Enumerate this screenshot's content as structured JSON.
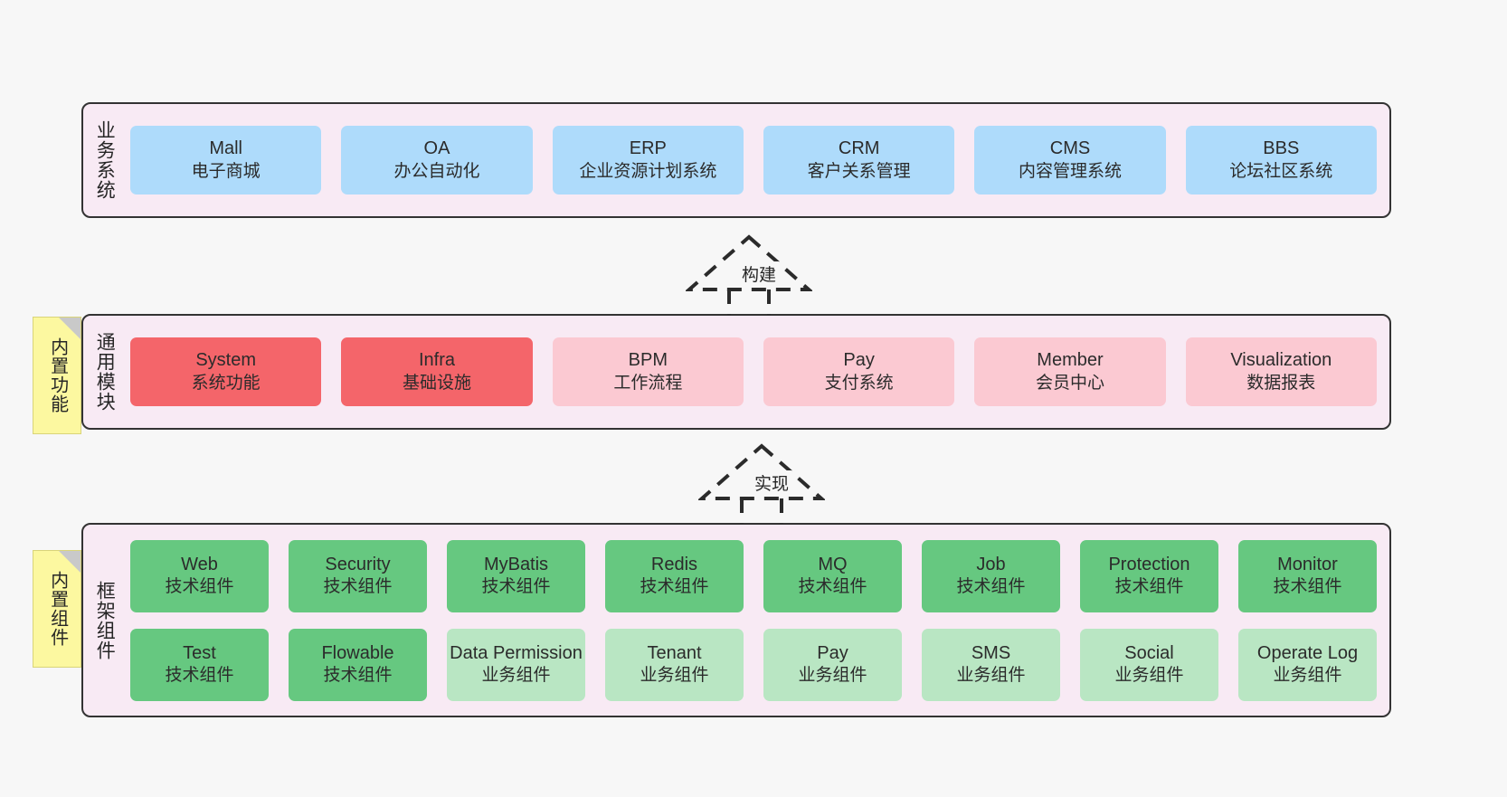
{
  "diagram": {
    "title": "",
    "colors": {
      "background": "#f7f7f7",
      "layer_background": "#f8eaf4",
      "layer_border": "#333333",
      "business_box": "#aedbfb",
      "module_primary": "#f4656a",
      "module_secondary": "#fbc9d2",
      "component_tech": "#66c880",
      "component_business": "#b9e6c3",
      "note": "#fcf8a0"
    }
  },
  "layers": {
    "business": {
      "title": "业务系统",
      "items": [
        {
          "en": "Mall",
          "cn": "电子商城"
        },
        {
          "en": "OA",
          "cn": "办公自动化"
        },
        {
          "en": "ERP",
          "cn": "企业资源计划系统"
        },
        {
          "en": "CRM",
          "cn": "客户关系管理"
        },
        {
          "en": "CMS",
          "cn": "内容管理系统"
        },
        {
          "en": "BBS",
          "cn": "论坛社区系统"
        }
      ]
    },
    "common": {
      "title": "通用模块",
      "note": "内置功能",
      "items": [
        {
          "en": "System",
          "cn": "系统功能"
        },
        {
          "en": "Infra",
          "cn": "基础设施"
        },
        {
          "en": "BPM",
          "cn": "工作流程"
        },
        {
          "en": "Pay",
          "cn": "支付系统"
        },
        {
          "en": "Member",
          "cn": "会员中心"
        },
        {
          "en": "Visualization",
          "cn": "数据报表"
        }
      ]
    },
    "framework": {
      "title": "框架组件",
      "note": "内置组件",
      "row1": [
        {
          "en": "Web",
          "cn": "技术组件"
        },
        {
          "en": "Security",
          "cn": "技术组件"
        },
        {
          "en": "MyBatis",
          "cn": "技术组件"
        },
        {
          "en": "Redis",
          "cn": "技术组件"
        },
        {
          "en": "MQ",
          "cn": "技术组件"
        },
        {
          "en": "Job",
          "cn": "技术组件"
        },
        {
          "en": "Protection",
          "cn": "技术组件"
        },
        {
          "en": "Monitor",
          "cn": "技术组件"
        }
      ],
      "row2": [
        {
          "en": "Test",
          "cn": "技术组件"
        },
        {
          "en": "Flowable",
          "cn": "技术组件"
        },
        {
          "en": "Data Permission",
          "cn": "业务组件"
        },
        {
          "en": "Tenant",
          "cn": "业务组件"
        },
        {
          "en": "Pay",
          "cn": "业务组件"
        },
        {
          "en": "SMS",
          "cn": "业务组件"
        },
        {
          "en": "Social",
          "cn": "业务组件"
        },
        {
          "en": "Operate Log",
          "cn": "业务组件"
        }
      ]
    }
  },
  "connectors": {
    "build": {
      "label": "构建"
    },
    "realize": {
      "label": "实现"
    }
  }
}
